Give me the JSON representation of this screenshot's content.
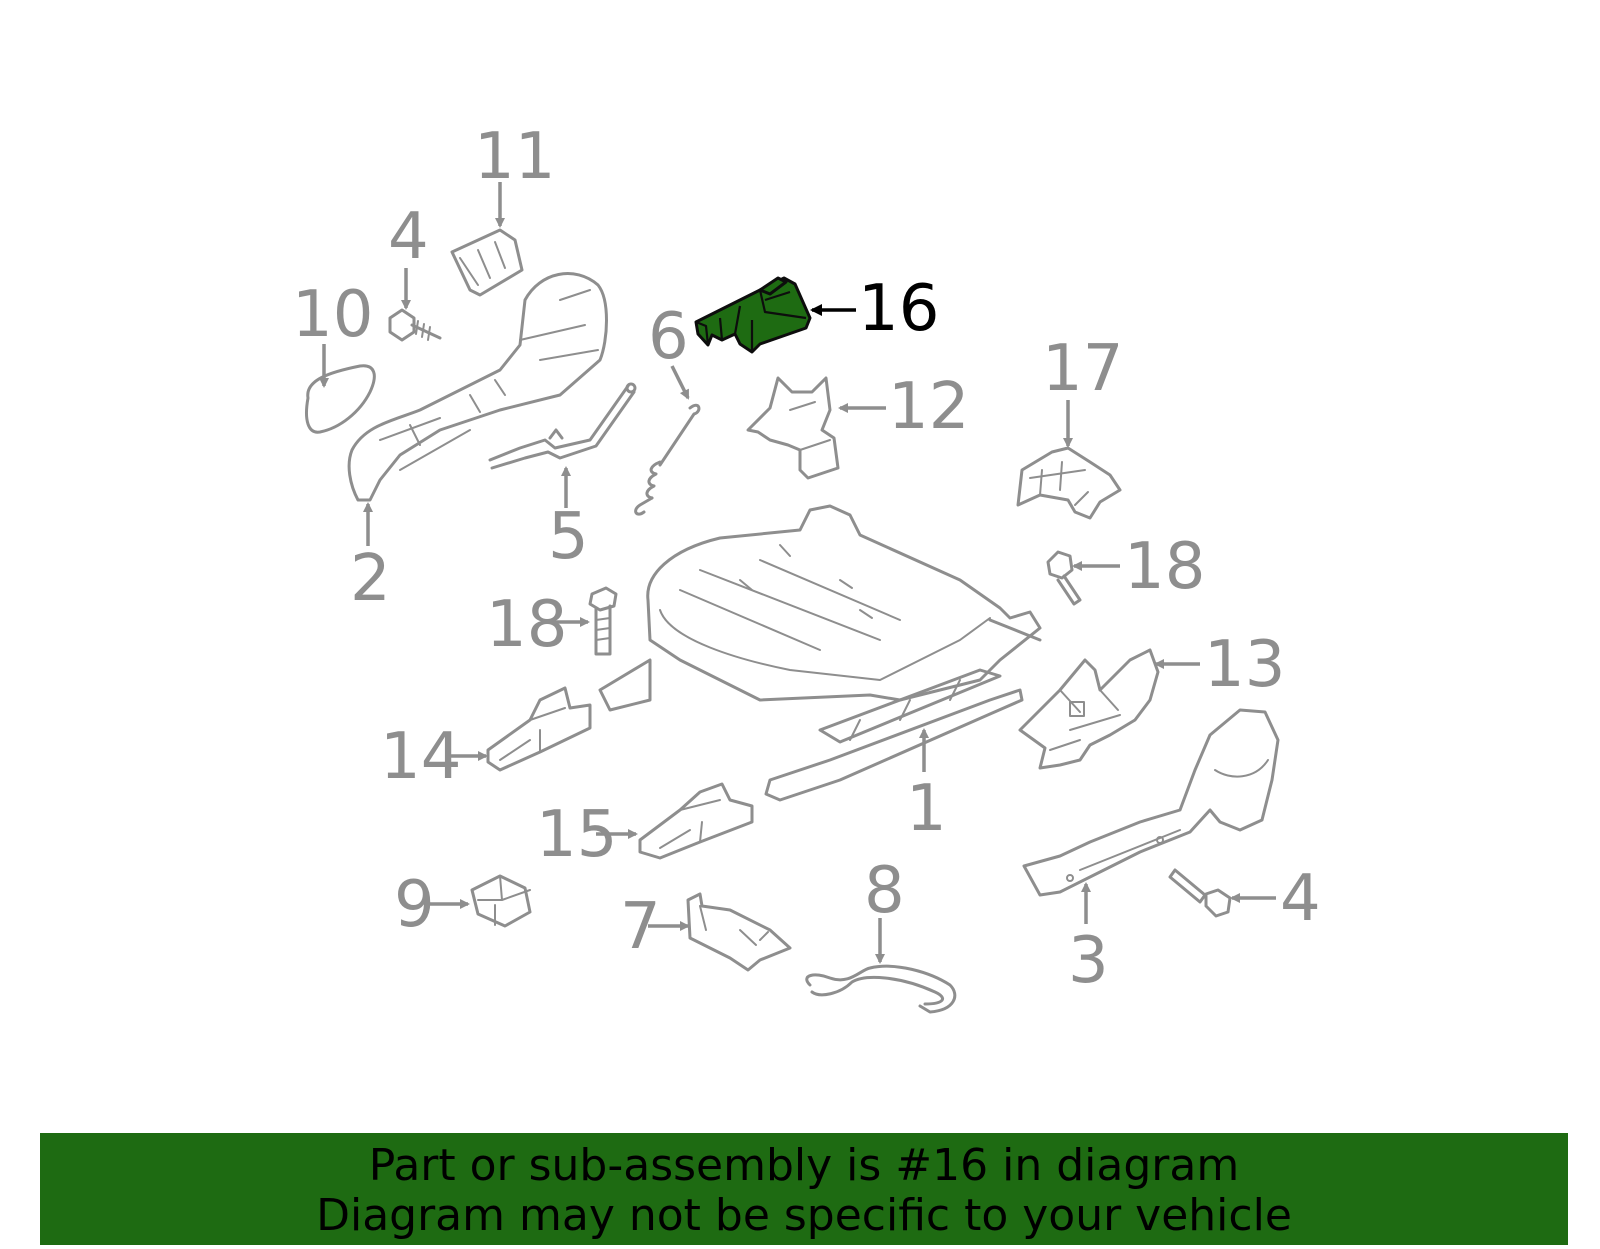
{
  "highlight_color": "#1e6b12",
  "callouts": {
    "c1": "1",
    "c2": "2",
    "c3": "3",
    "c4a": "4",
    "c4b": "4",
    "c5": "5",
    "c6": "6",
    "c7": "7",
    "c8": "8",
    "c9": "9",
    "c10": "10",
    "c11": "11",
    "c12": "12",
    "c13": "13",
    "c14": "14",
    "c15": "15",
    "c16": "16",
    "c17": "17",
    "c18a": "18",
    "c18b": "18"
  },
  "banner": {
    "line1": "Part or sub-assembly is #16 in diagram",
    "line2": "Diagram may not be specific to your vehicle"
  }
}
